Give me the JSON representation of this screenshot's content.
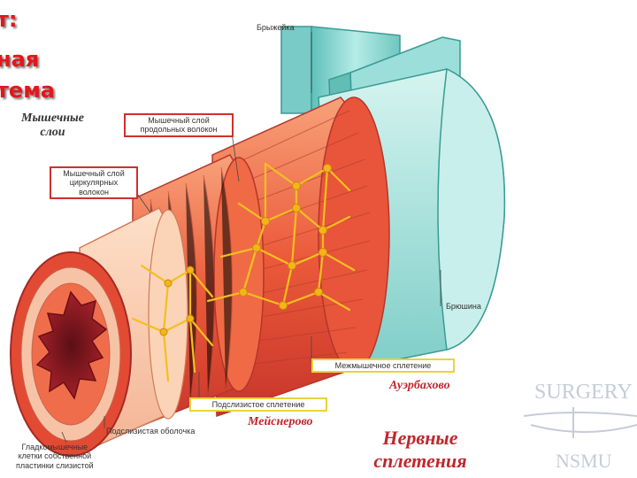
{
  "title": {
    "line1": "т:",
    "line2": "ная",
    "line3": "тема"
  },
  "muscle_layers": {
    "line1": "Мышечные",
    "line2": "слои"
  },
  "labels": {
    "mesentery": "Брыжейка",
    "longitudinal": {
      "line1": "Мышечный слой",
      "line2": "продольных волокон"
    },
    "circular": {
      "line1": "Мышечный слой",
      "line2": "циркулярных",
      "line3": "волокон"
    },
    "serosa": "Брюшина",
    "intermuscular_plexus": "Межмышечное сплетение",
    "submucosal_plexus": "Подслизистое сплетение",
    "submucosa": "Подслизистая оболочка",
    "smooth_muscle": {
      "line1": "Гладкомышечные",
      "line2": "клетки собственной",
      "line3": "пластинки слизистой"
    }
  },
  "auerbach": "Ауэрбахово",
  "meissner": "Мейснерово",
  "nerve_plexuses": {
    "line1": "Нервные",
    "line2": "сплетения"
  },
  "watermark": {
    "top": "SURGERY",
    "bottom": "NSMU"
  },
  "colors": {
    "accent_red": "#e4161b",
    "label_red": "#c0262c",
    "box_red": "#d0302c",
    "box_yellow": "#e9d43a",
    "mesentery": "#7fd0cc",
    "muscle": "#ec5a3a",
    "nerve": "#f2c020"
  }
}
